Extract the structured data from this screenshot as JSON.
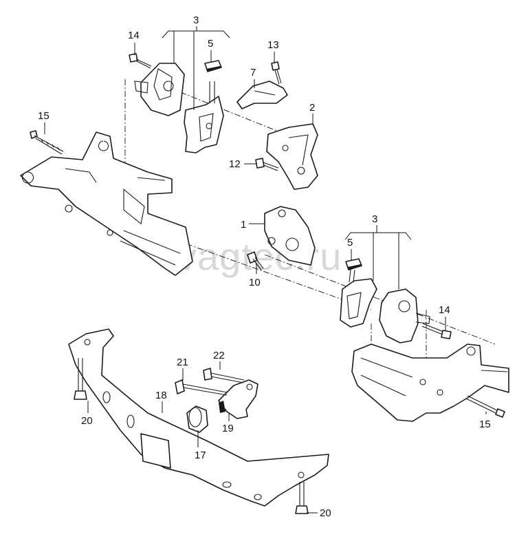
{
  "watermark": "vagtec.ru",
  "callouts": {
    "c14a": "14",
    "c3a": "3",
    "c5a": "5",
    "c13": "13",
    "c7": "7",
    "c2": "2",
    "c15a": "15",
    "c12": "12",
    "c1": "1",
    "c3b": "3",
    "c5b": "5",
    "c10": "10",
    "c14b": "14",
    "c15b": "15",
    "c21": "21",
    "c22": "22",
    "c18": "18",
    "c20a": "20",
    "c17": "17",
    "c19": "19",
    "c20b": "20"
  }
}
